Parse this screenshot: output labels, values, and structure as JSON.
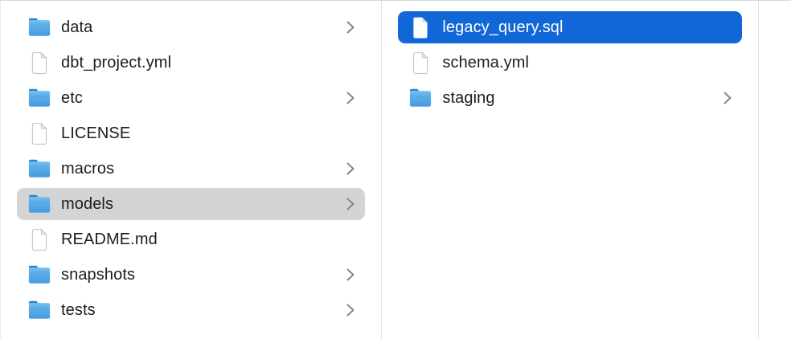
{
  "columns": [
    {
      "name": "column-1",
      "items": [
        {
          "name": "data",
          "kind": "folder",
          "chevron": true,
          "selected": "none"
        },
        {
          "name": "dbt_project.yml",
          "kind": "file",
          "chevron": false,
          "selected": "none"
        },
        {
          "name": "etc",
          "kind": "folder",
          "chevron": true,
          "selected": "none"
        },
        {
          "name": "LICENSE",
          "kind": "file",
          "chevron": false,
          "selected": "none"
        },
        {
          "name": "macros",
          "kind": "folder",
          "chevron": true,
          "selected": "none"
        },
        {
          "name": "models",
          "kind": "folder",
          "chevron": true,
          "selected": "secondary"
        },
        {
          "name": "README.md",
          "kind": "file",
          "chevron": false,
          "selected": "none"
        },
        {
          "name": "snapshots",
          "kind": "folder",
          "chevron": true,
          "selected": "none"
        },
        {
          "name": "tests",
          "kind": "folder",
          "chevron": true,
          "selected": "none"
        }
      ]
    },
    {
      "name": "column-2",
      "items": [
        {
          "name": "legacy_query.sql",
          "kind": "file",
          "chevron": false,
          "selected": "primary"
        },
        {
          "name": "schema.yml",
          "kind": "file",
          "chevron": false,
          "selected": "none"
        },
        {
          "name": "staging",
          "kind": "folder",
          "chevron": true,
          "selected": "none"
        }
      ]
    }
  ],
  "icons": {
    "folder": "folder-icon",
    "file": "document-icon",
    "chevron": "chevron-right-icon"
  },
  "colors": {
    "selection_active": "#1167d8",
    "selection_inactive": "#d4d4d4",
    "selected_text": "#ffffff",
    "text": "#1d1d1f",
    "divider": "#e2e2e2",
    "chevron": "#868686",
    "folder_tab": "#2f81c5",
    "folder_body": "#55a8e6",
    "background": "#ffffff"
  }
}
